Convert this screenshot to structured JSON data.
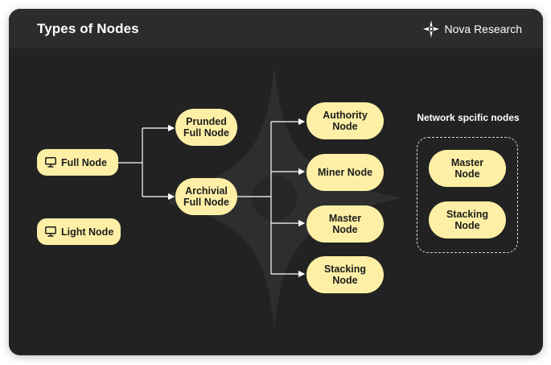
{
  "header": {
    "title": "Types of Nodes",
    "brand": "Nova Research"
  },
  "nodes": {
    "full_node": "Full Node",
    "light_node": "Light Node",
    "prunded_full_node": "Prunded\nFull Node",
    "archivial_full_node": "Archivial\nFull Node",
    "authority_node": "Authority\nNode",
    "miner_node": "Miner Node",
    "master_node": "Master\nNode",
    "stacking_node": "Stacking\nNode"
  },
  "network_specific": {
    "label": "Network spcific nodes",
    "items": [
      "Master\nNode",
      "Stacking\nNode"
    ]
  },
  "colors": {
    "background": "#222222",
    "header": "#2c2c2c",
    "node_fill": "#fdf0a6",
    "connector": "#ffffff"
  },
  "icons": {
    "brand": "star-sparkle-icon",
    "node": "desktop-computer-icon"
  }
}
